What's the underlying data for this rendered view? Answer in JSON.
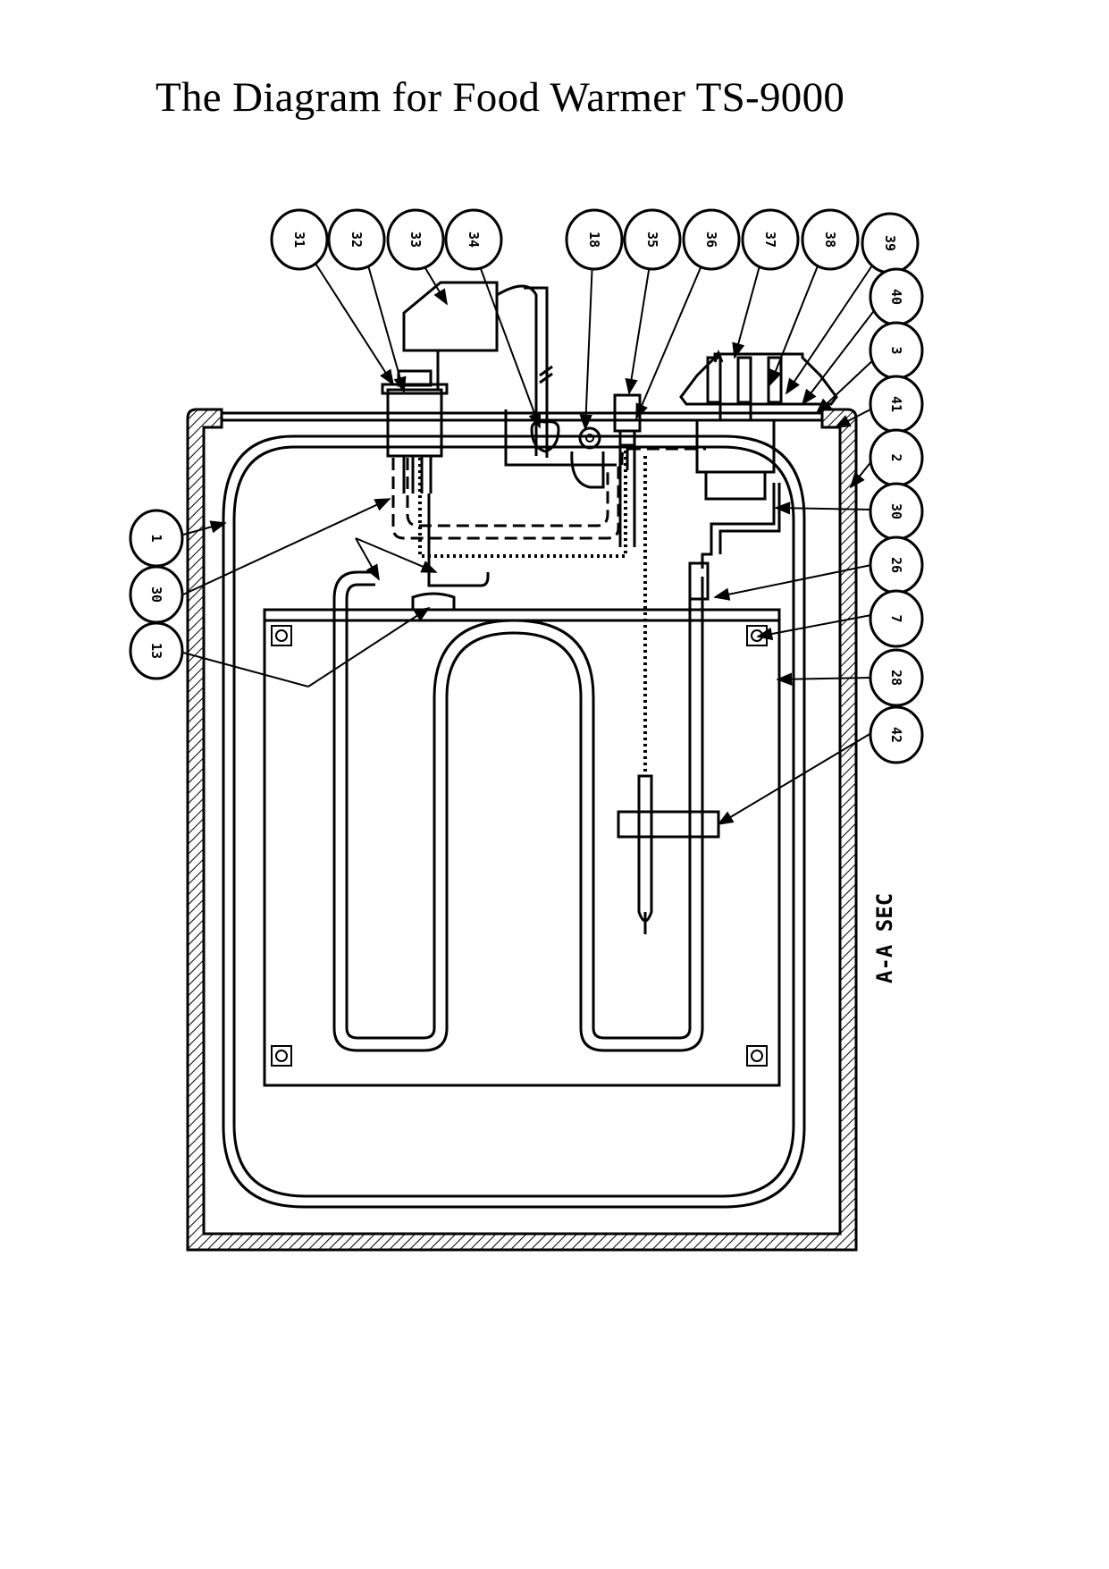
{
  "title": "The Diagram for Food Warmer TS-9000",
  "section_label": "A-A SEC",
  "callouts": [
    {
      "id": "c31",
      "label": "31"
    },
    {
      "id": "c32",
      "label": "32"
    },
    {
      "id": "c33",
      "label": "33"
    },
    {
      "id": "c34",
      "label": "34"
    },
    {
      "id": "c18",
      "label": "18"
    },
    {
      "id": "c35",
      "label": "35"
    },
    {
      "id": "c36",
      "label": "36"
    },
    {
      "id": "c37",
      "label": "37"
    },
    {
      "id": "c38",
      "label": "38"
    },
    {
      "id": "c39",
      "label": "39"
    },
    {
      "id": "c40",
      "label": "40"
    },
    {
      "id": "c3",
      "label": "3"
    },
    {
      "id": "c41",
      "label": "41"
    },
    {
      "id": "c2",
      "label": "2"
    },
    {
      "id": "c30r",
      "label": "30"
    },
    {
      "id": "c26",
      "label": "26"
    },
    {
      "id": "c7",
      "label": "7"
    },
    {
      "id": "c28",
      "label": "28"
    },
    {
      "id": "c42",
      "label": "42"
    },
    {
      "id": "c1",
      "label": "1"
    },
    {
      "id": "c30l",
      "label": "30"
    },
    {
      "id": "c13",
      "label": "13"
    }
  ]
}
